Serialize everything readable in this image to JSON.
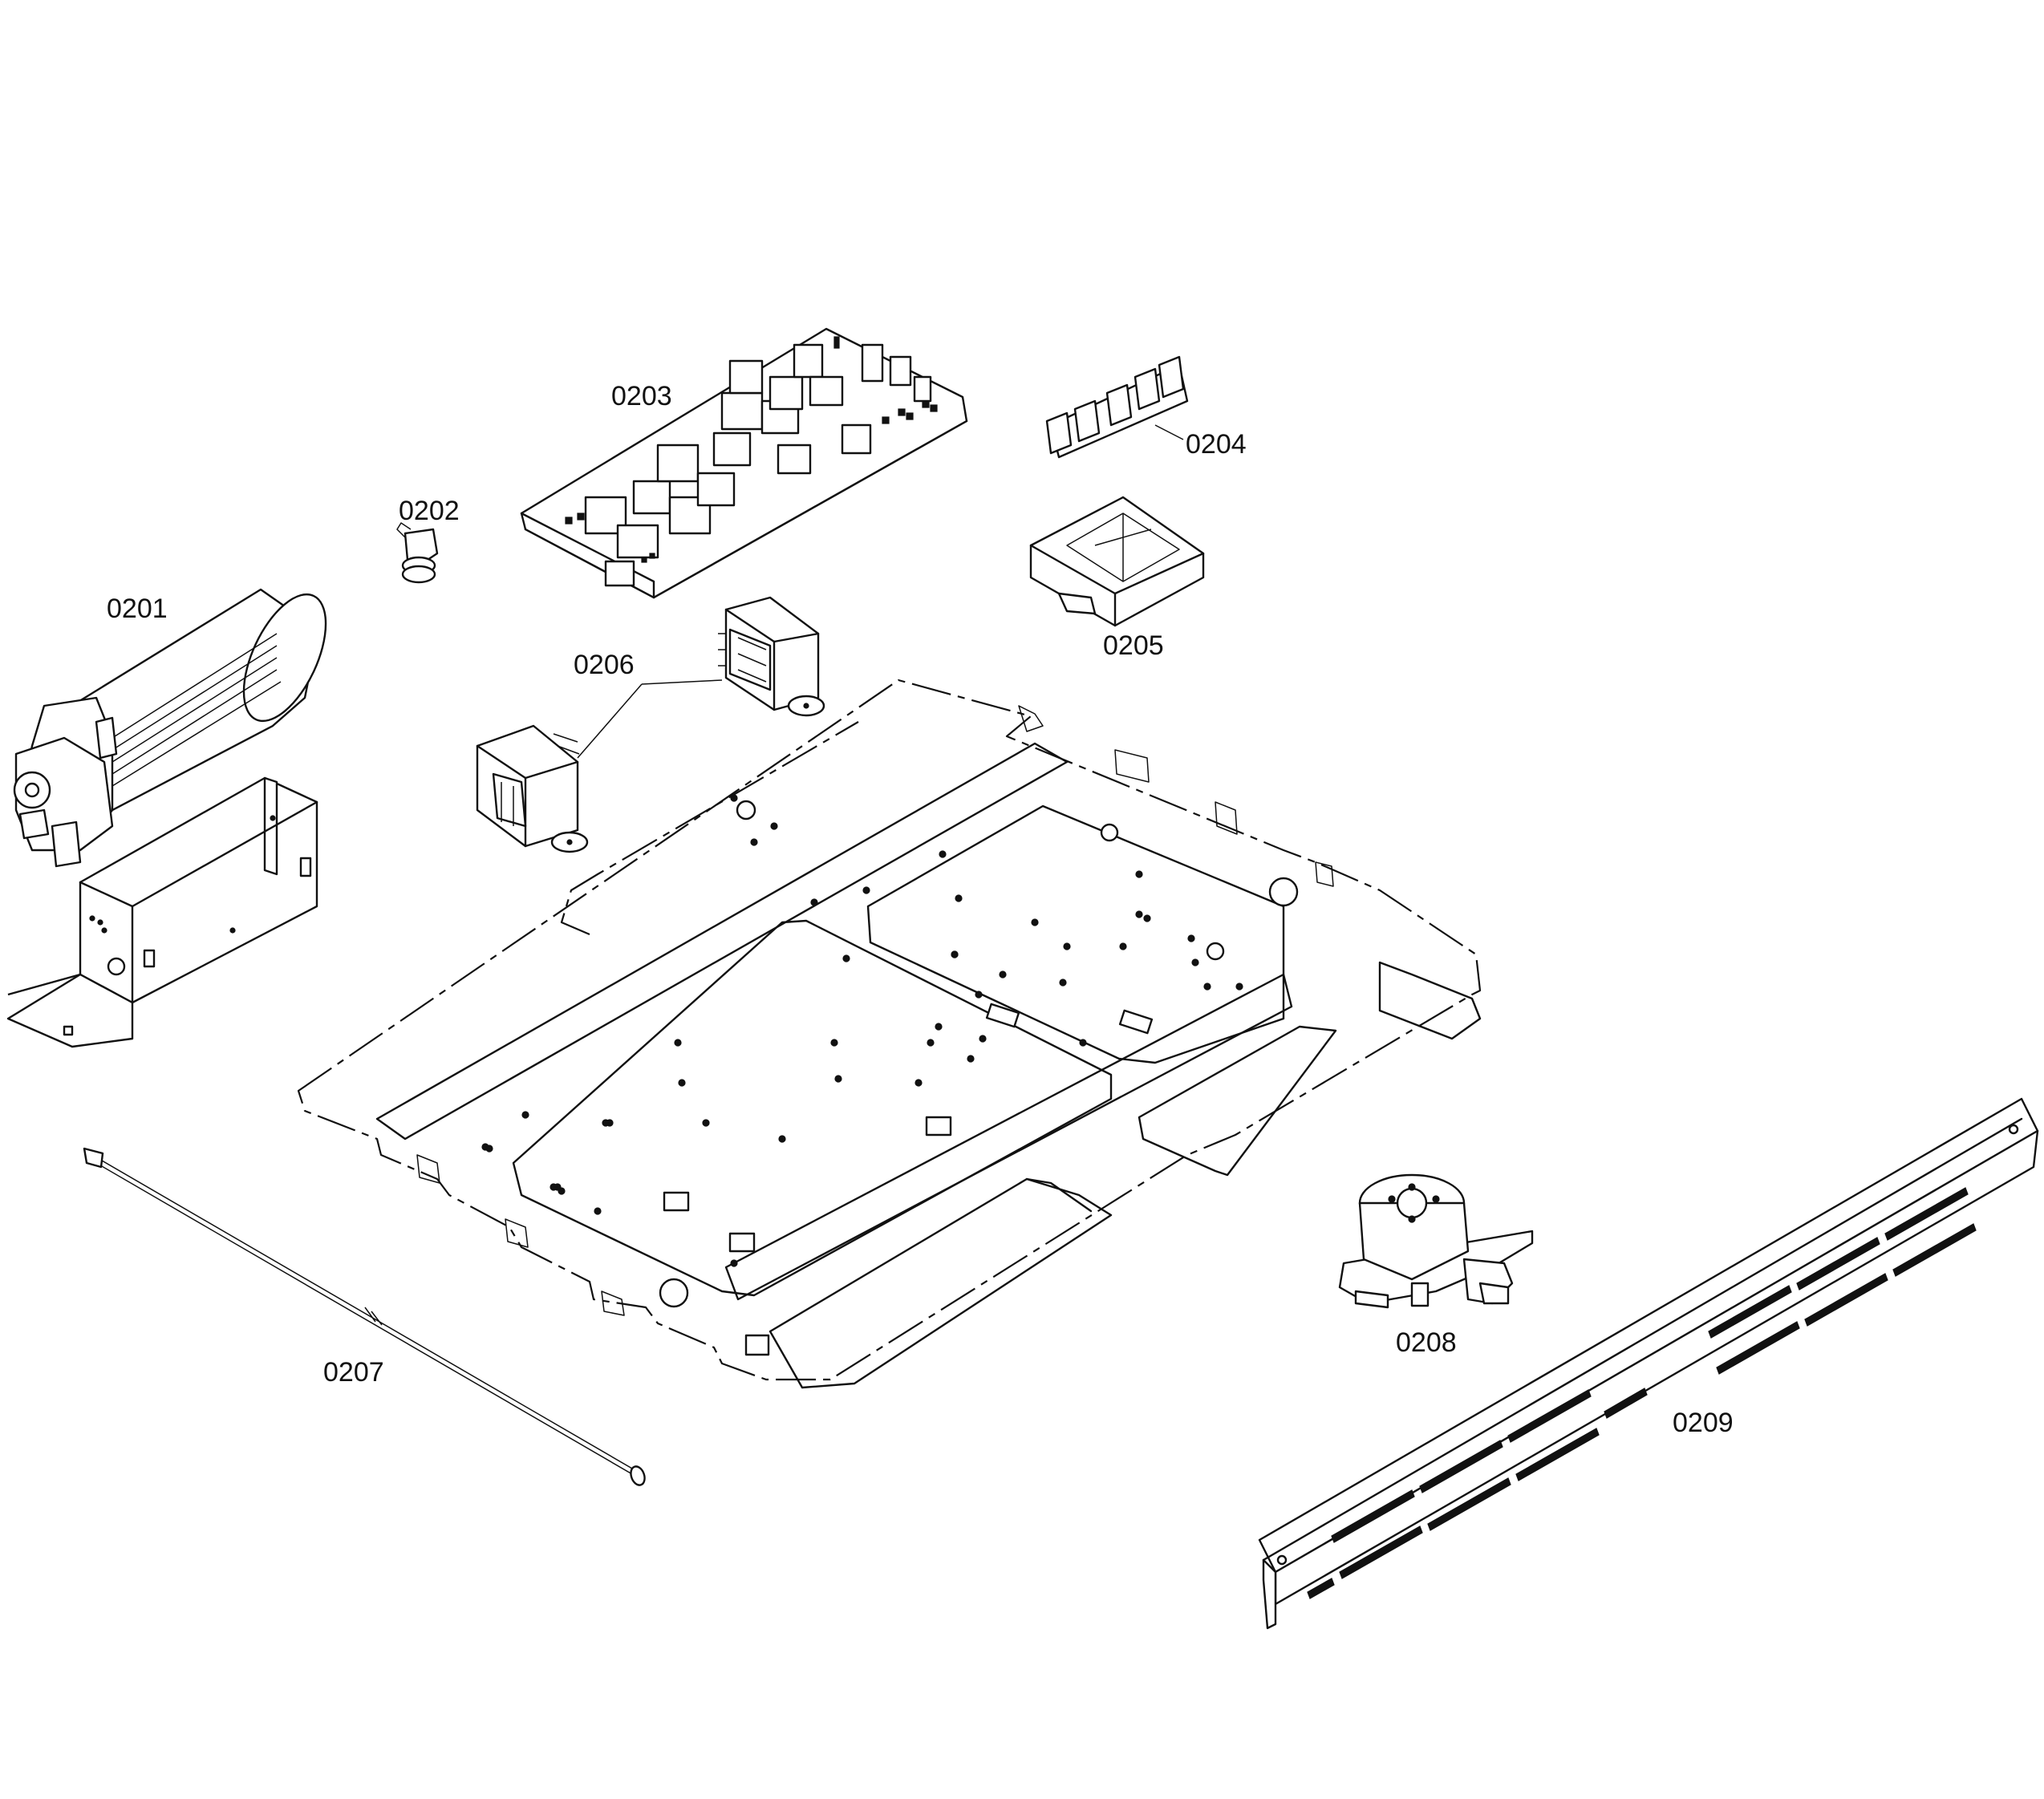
{
  "diagram": {
    "parts": [
      {
        "id": "p0201",
        "label": "0201"
      },
      {
        "id": "p0202",
        "label": "0202"
      },
      {
        "id": "p0203",
        "label": "0203"
      },
      {
        "id": "p0204",
        "label": "0204"
      },
      {
        "id": "p0205",
        "label": "0205"
      },
      {
        "id": "p0206",
        "label": "0206"
      },
      {
        "id": "p0207",
        "label": "0207"
      },
      {
        "id": "p0208",
        "label": "0208"
      },
      {
        "id": "p0209",
        "label": "0209"
      }
    ]
  }
}
